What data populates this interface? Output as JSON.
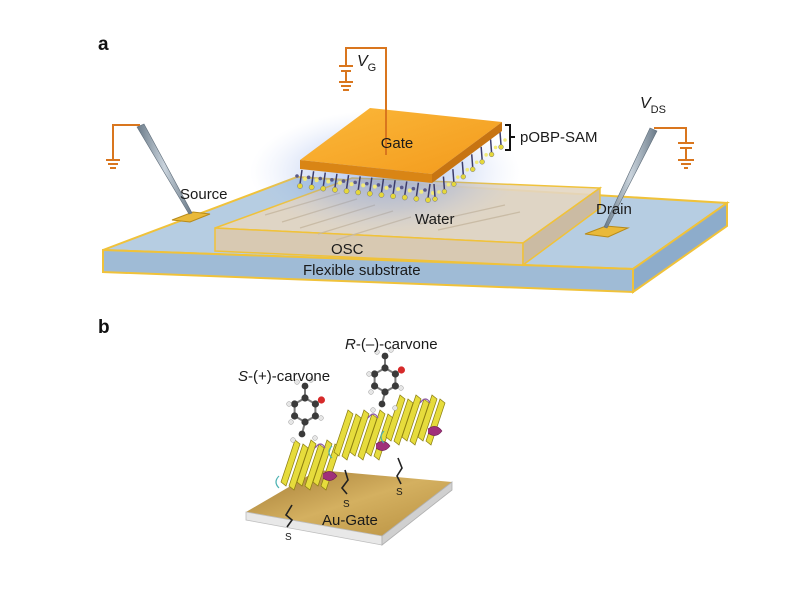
{
  "panel_a": {
    "letter": "a",
    "gate_voltage": {
      "symbol": "V",
      "subscript": "G"
    },
    "drain_voltage": {
      "symbol": "V",
      "subscript": "DS"
    },
    "labels": {
      "gate": "Gate",
      "sam": "pOBP-SAM",
      "source": "Source",
      "drain": "Drain",
      "water": "Water",
      "osc": "OSC",
      "substrate": "Flexible substrate"
    }
  },
  "panel_b": {
    "letter": "b",
    "r_carvone": {
      "prefix": "R",
      "suffix": "-(–)-carvone"
    },
    "s_carvone": {
      "prefix": "S",
      "suffix": "-(+)-carvone"
    },
    "thiol": "S",
    "gate_label": "Au-Gate"
  },
  "colors": {
    "gate_orange": "#f5a021",
    "substrate_blue": "#a9c4dc",
    "outline_yellow": "#f0c23a",
    "osc_tan": "#ddd0bd",
    "wire": "#d9761e",
    "protein_yellow": "#e6dc3c",
    "helix_magenta": "#a0307a",
    "au_gold": "#c9a24d"
  }
}
